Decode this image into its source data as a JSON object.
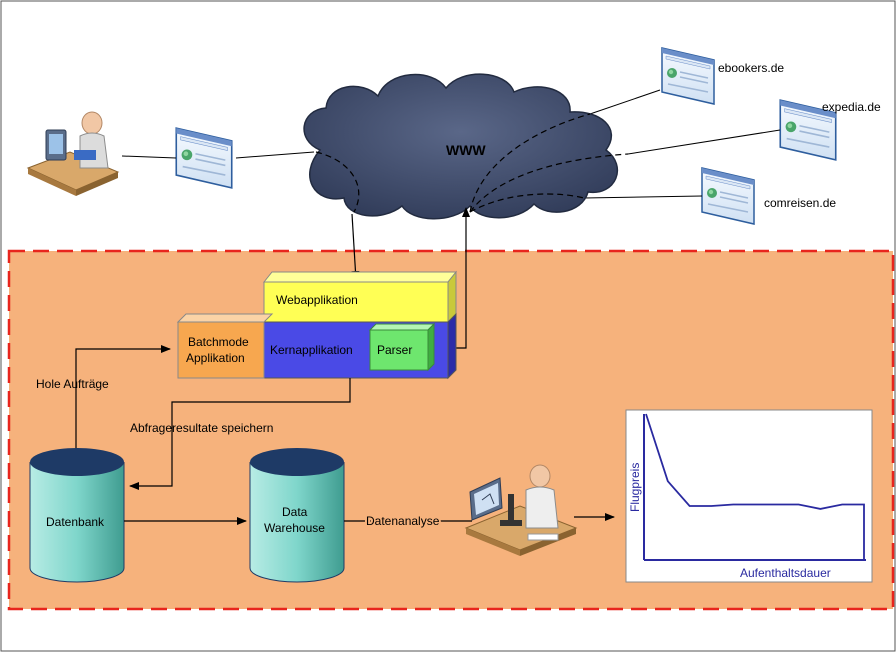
{
  "cloud": {
    "label": "WWW"
  },
  "sites": [
    {
      "label": "ebookers.de"
    },
    {
      "label": "expedia.de"
    },
    {
      "label": "comreisen.de"
    }
  ],
  "modules": {
    "webapp": "Webapplikation",
    "batch_line1": "Batchmode",
    "batch_line2": "Applikation",
    "kern": "Kernapplikation",
    "parser": "Parser"
  },
  "edges": {
    "hole": "Hole Aufträge",
    "abfrage": "Abfrageresultate speichern",
    "analyse": "Datenanalyse"
  },
  "databases": {
    "datenbank": "Datenbank",
    "dw_line1": "Data",
    "dw_line2": "Warehouse"
  },
  "chart_data": {
    "type": "line",
    "xlabel": "Aufenthaltsdauer",
    "ylabel": "Flugpreis",
    "series": [
      {
        "x": [
          0,
          1,
          2,
          3,
          4,
          5,
          6,
          7,
          8,
          9,
          10
        ],
        "y": [
          100,
          54,
          37,
          37,
          38,
          38,
          38,
          38,
          35,
          38,
          38
        ]
      }
    ]
  },
  "colors": {
    "region_fill": "#f6b27c",
    "region_border": "#e8251d",
    "cloud": "#3d4a6b",
    "webapp": "#ffff55",
    "kern": "#4a4ae6",
    "batch": "#f7a74f",
    "parser": "#6ee66e",
    "db": "#7ad4c9",
    "line": "#2a2aa0"
  }
}
